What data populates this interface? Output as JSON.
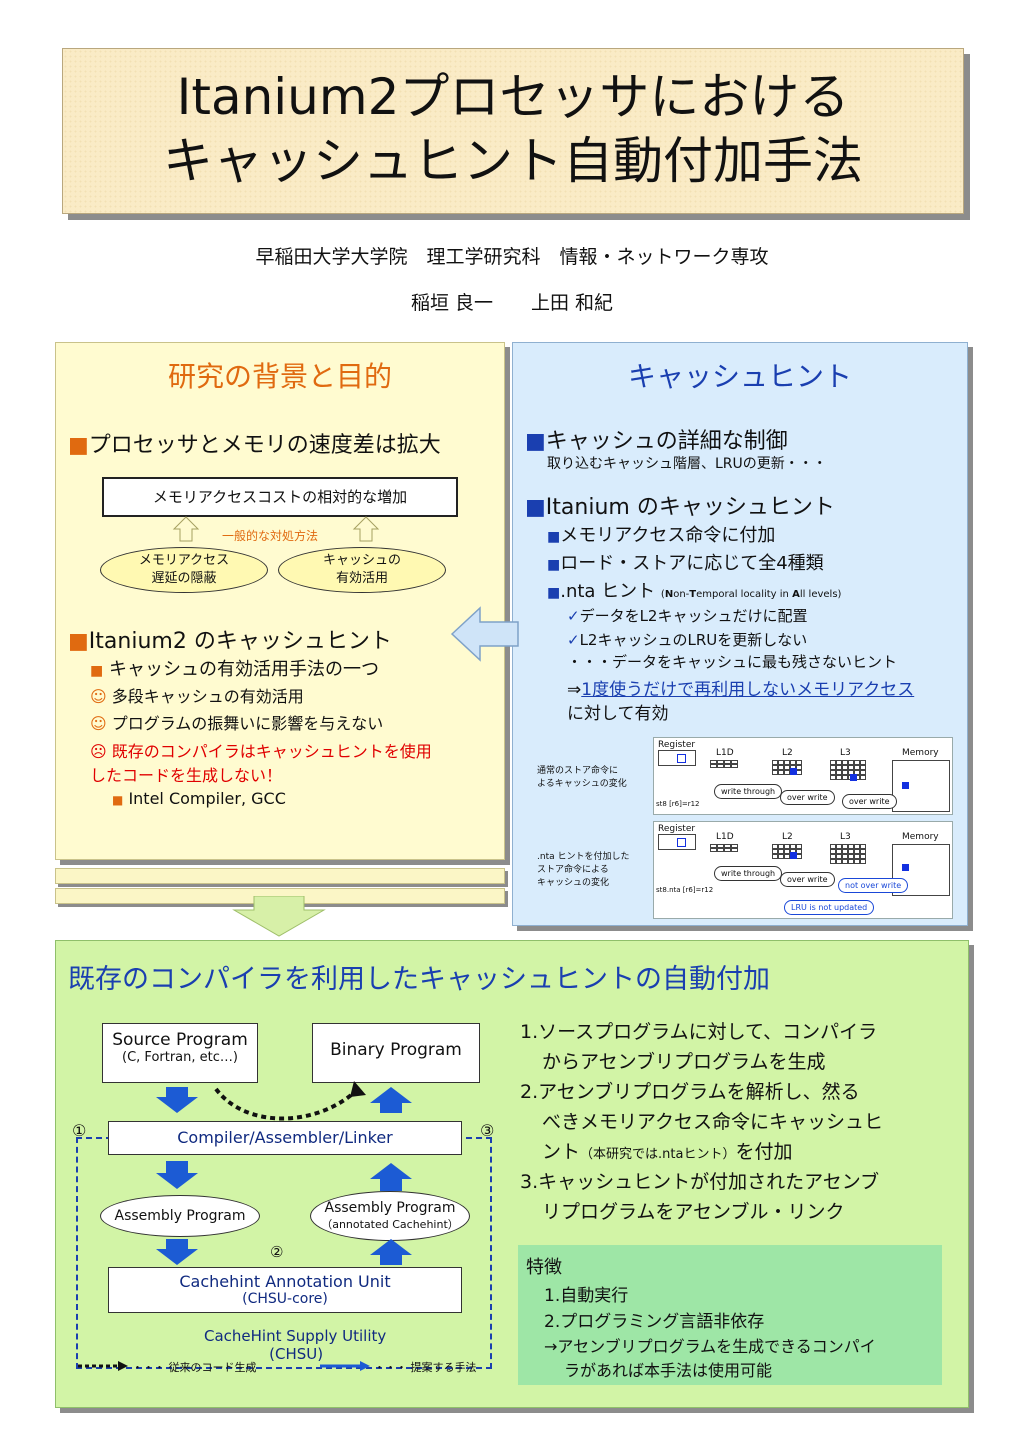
{
  "title": {
    "line1": "Itanium2プロセッサにおける",
    "line2": "キャッシュヒント自動付加手法"
  },
  "affiliation": "早稲田大学大学院　理工学研究科　情報・ネットワーク専攻",
  "authors": "稲垣 良一　　上田 和紀",
  "background": {
    "heading": "研究の背景と目的",
    "bullet1": "プロセッサとメモリの速度差は拡大",
    "cost_box": "メモリアクセスコストの相対的な増加",
    "general_method": "一般的な対処方法",
    "pill_left": [
      "メモリアクセス",
      "遅延の隠蔽"
    ],
    "pill_right": [
      "キャッシュの",
      "有効活用"
    ],
    "bullet2": "Itanium2 のキャッシュヒント",
    "sub1": "キャッシュの有効活用手法の一つ",
    "smile1": "多段キャッシュの有効活用",
    "smile2": "プログラムの振舞いに影響を与えない",
    "frown": "既存のコンパイラはキャッシュヒントを使用",
    "frown2": "したコードを生成しない！",
    "compilers": "Intel Compiler, GCC",
    "smile_icon": "☺",
    "frown_icon": "☹"
  },
  "cachehint": {
    "heading": "キャッシュヒント",
    "b1": "キャッシュの詳細な制御",
    "b1_sub": "取り込むキャッシュ階層、LRUの更新・・・",
    "b2": "Itanium のキャッシュヒント",
    "b2a": "メモリアクセス命令に付加",
    "b2b": "ロード・ストアに応じて全4種類",
    "b2c": ".nta ヒント",
    "b2c_note_parts": [
      "(",
      "N",
      "on-",
      "T",
      "emporal locality in ",
      "A",
      "ll levels)"
    ],
    "c1": "データをL2キャッシュだけに配置",
    "c2": "L2キャッシュのLRUを更新しない",
    "c3": "・・・データをキャッシュに最も残さないヒント",
    "arrow": "⇒",
    "link": "1度使うだけで再利用しないメモリアクセス",
    "link_tail": "に対して有効",
    "fig1_caption": [
      "通常のストア命令に",
      "よるキャッシュの変化"
    ],
    "fig2_caption": [
      ".nta ヒントを付加した",
      "ストア命令による",
      "キャッシュの変化"
    ],
    "fig_labels": {
      "register": "Register",
      "l1d": "L1D",
      "l2": "L2",
      "l3": "L3",
      "memory": "Memory"
    },
    "fig1_tips": [
      "write through",
      "over write",
      "over write"
    ],
    "fig1_instr": "st8 [r6]=r12",
    "fig2_tips": [
      "write through",
      "over write",
      "not over write",
      "LRU is not updated"
    ],
    "fig2_instr": "st8.nta [r6]=r12"
  },
  "auto": {
    "heading": "既存のコンパイラを利用したキャッシュヒントの自動付加",
    "source": "Source Program",
    "source_sub": "(C, Fortran, etc…)",
    "binary": "Binary Program",
    "compiler": "Compiler/Assembler/Linker",
    "asm": "Assembly Program",
    "asm2": "Assembly Program",
    "asm2_sub": "（annotated Cachehint）",
    "unit": "Cachehint Annotation Unit",
    "unit_sub": "(CHSU-core)",
    "supply": "CacheHint Supply Utility",
    "supply_sub": "(CHSU)",
    "n1": "①",
    "n2": "②",
    "n3": "③",
    "legend_old": "・・・ 従来のコード生成",
    "legend_new": "・・・ 提案する手法",
    "steps": [
      [
        "1.ソースプログラムに対して、コンパイラ",
        "からアセンブリプログラムを生成"
      ],
      [
        "2.アセンブリプログラムを解析し、然る",
        "べきメモリアクセス命令にキャッシュヒ",
        "ント",
        "（本研究では.ntaヒント）",
        "を付加"
      ],
      [
        "3.キャッシュヒントが付加されたアセンブ",
        "リプログラムをアセンブル・リンク"
      ]
    ],
    "features": {
      "title": "特徴",
      "f1": "1.自動実行",
      "f2": "2.プログラミング言語非依存",
      "f3": "→アセンブリプログラムを生成できるコンパイ",
      "f4": "ラがあれば本手法は使用可能"
    }
  },
  "bullet_glyph": "■",
  "check_glyph": "✓",
  "colors": {
    "orange": "#e06a10",
    "blue": "#1a3fb0",
    "red": "#e00000",
    "navy": "#102a80"
  }
}
